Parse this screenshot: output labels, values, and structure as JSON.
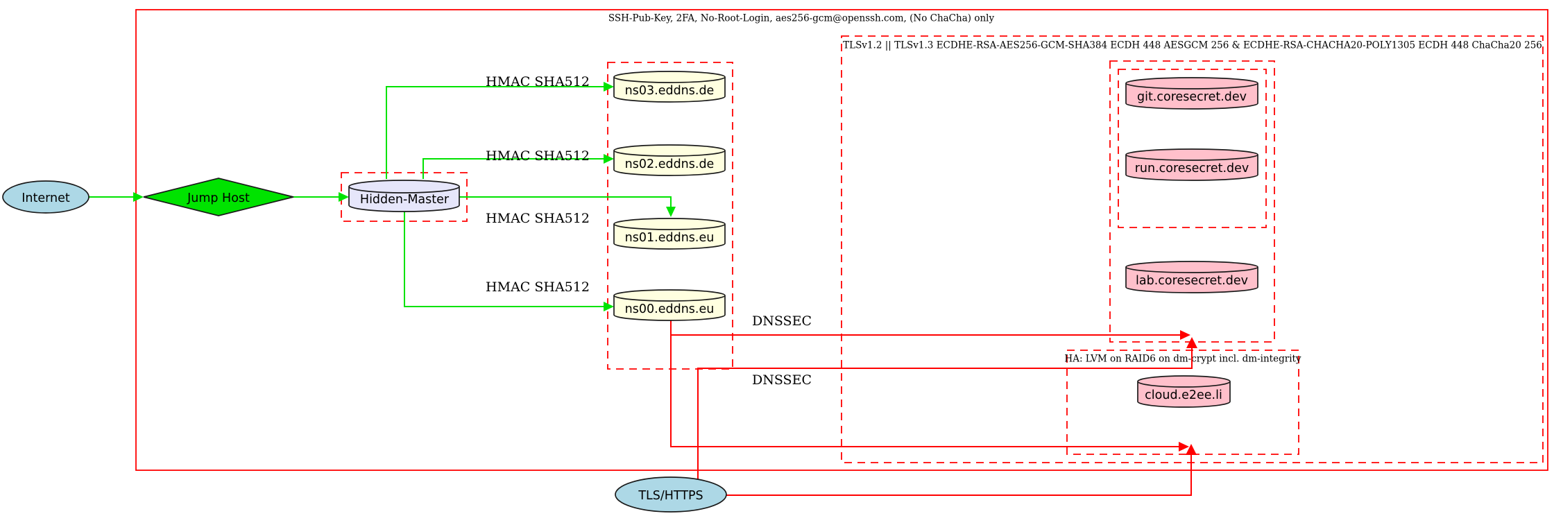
{
  "diagram": {
    "cluster_labels": {
      "ssh": "SSH-Pub-Key, 2FA, No-Root-Login, aes256-gcm@openssh.com, (No ChaCha) only",
      "tls": "TLSv1.2 || TLSv1.3 ECDHE-RSA-AES256-GCM-SHA384 ECDH 448 AESGCM 256 & ECDHE-RSA-CHACHA20-POLY1305 ECDH 448 ChaCha20 256",
      "ha": "HA: LVM on RAID6 on dm-crypt incl. dm-integrity"
    },
    "nodes": {
      "internet": {
        "label": "Internet"
      },
      "jump_host": {
        "label": "Jump Host"
      },
      "hidden_master": {
        "label": "Hidden-Master"
      },
      "ns03": {
        "label": "ns03.eddns.de"
      },
      "ns02": {
        "label": "ns02.eddns.de"
      },
      "ns01": {
        "label": "ns01.eddns.eu"
      },
      "ns00": {
        "label": "ns00.eddns.eu"
      },
      "git": {
        "label": "git.coresecret.dev"
      },
      "run": {
        "label": "run.coresecret.dev"
      },
      "lab": {
        "label": "lab.coresecret.dev"
      },
      "cloud": {
        "label": "cloud.e2ee.li"
      },
      "tls_https": {
        "label": "TLS/HTTPS"
      }
    },
    "edge_labels": {
      "hmac_ns03": "HMAC SHA512",
      "hmac_ns02": "HMAC SHA512",
      "hmac_ns01": "HMAC SHA512",
      "hmac_ns00": "HMAC SHA512",
      "dnssec_top": "DNSSEC",
      "dnssec_bottom": "DNSSEC"
    },
    "colors": {
      "box_red": "#ff0000",
      "edge_red": "#ff0000",
      "edge_green": "#00e300",
      "jump_fill": "#00e300",
      "internet_fill": "#add8e6",
      "dns_fill": "#ffffe0",
      "master_fill": "#e6e6fa",
      "service_fill": "#ffc0cb",
      "text": "#000000"
    }
  }
}
